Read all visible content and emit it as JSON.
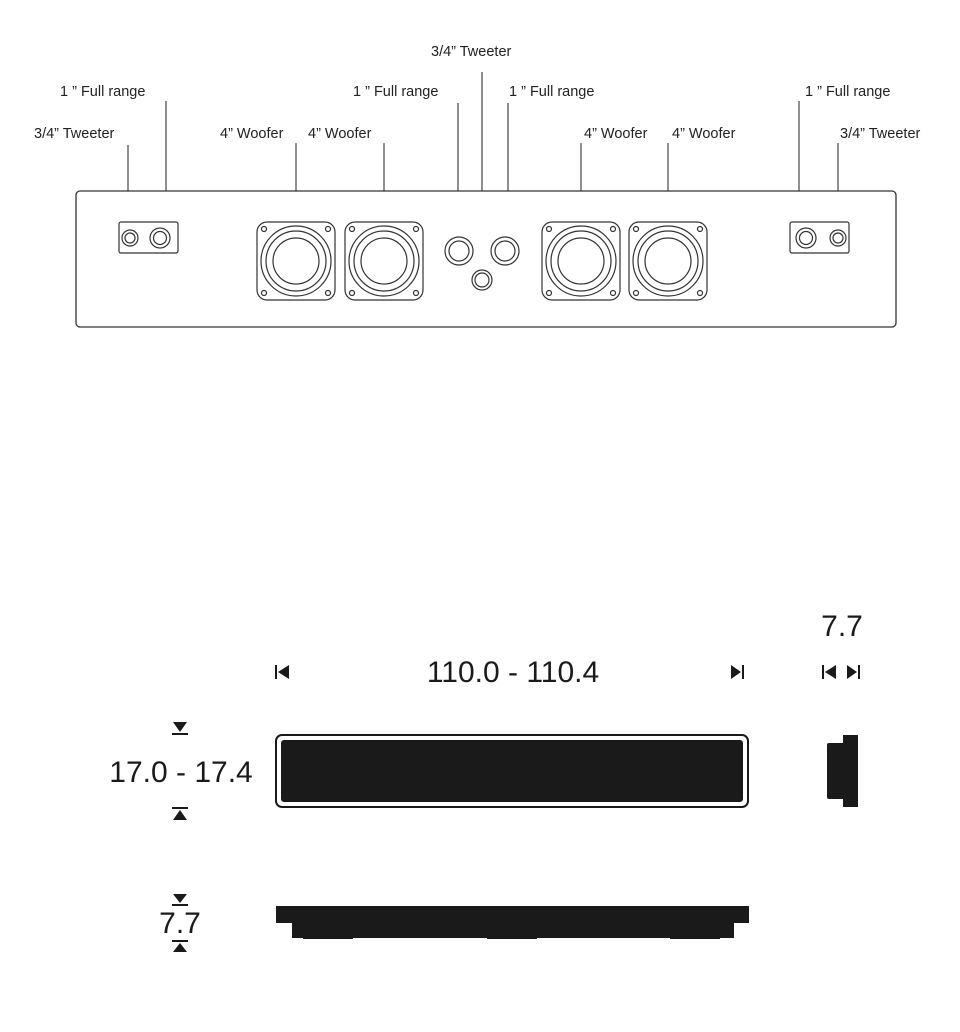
{
  "labels": {
    "full_range_left": "1 ” Full range",
    "tweeter_left": "3/4” Tweeter",
    "woofer_1": "4” Woofer",
    "woofer_2": "4” Woofer",
    "full_range_center_left": "1 ” Full range",
    "tweeter_center": "3/4” Tweeter",
    "full_range_center_right": "1 ” Full range",
    "woofer_3": "4” Woofer",
    "woofer_4": "4” Woofer",
    "full_range_right": "1 ” Full range",
    "tweeter_right": "3/4” Tweeter"
  },
  "dimensions": {
    "width": "110.0 - 110.4",
    "height": "17.0 - 17.4",
    "depth_side": "7.7",
    "depth_bottom": "7.7"
  },
  "colors": {
    "line": "#444444",
    "fill_dark": "#1a1a1a",
    "background": "#ffffff"
  }
}
